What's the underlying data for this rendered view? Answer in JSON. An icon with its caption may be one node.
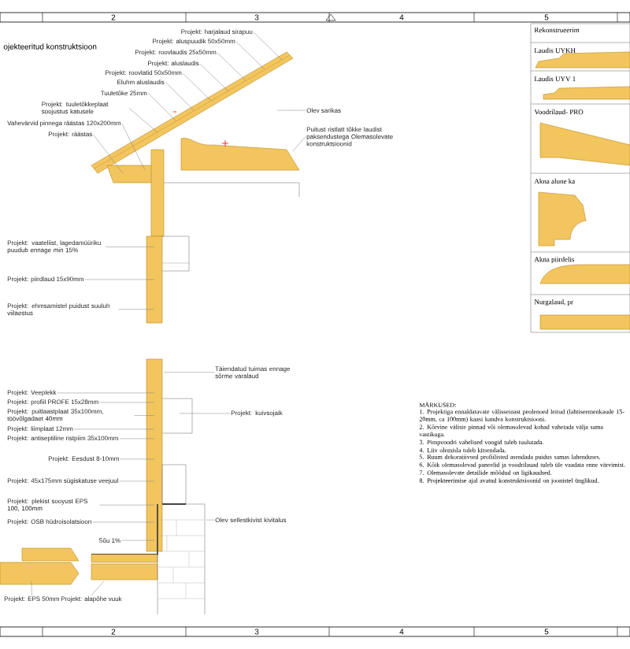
{
  "diagram": {
    "title": "ojekteeritud konstruktsioon",
    "nodes": [
      {
        "text": [
          "Projekt: harjalaud sirapuu"
        ]
      },
      {
        "text": [
          "Projekt: aluspuudik 50x50mm"
        ]
      },
      {
        "text": [
          "Projekt: roovlaudis 25x50mm"
        ]
      },
      {
        "text": [
          "Projekt: aluslaudis"
        ]
      },
      {
        "text": [
          "Projekt: roovlatid 50x50mm"
        ]
      },
      {
        "text": [
          "Eluhm aluslaudis"
        ]
      },
      {
        "text": [
          "Tuuletõke 25mm"
        ]
      },
      {
        "text": [
          "Projekt: tuuletõkkeplaat soojustus katusele"
        ]
      },
      {
        "text": [
          "Vahevärvid pinnega räästas 120x200mm"
        ]
      },
      {
        "text": [
          "Projekt: räästas"
        ]
      },
      {
        "text": [
          "Olev sarikas"
        ]
      },
      {
        "text": [
          "Puitust ristlatt tõkke laudist paksendustega Olemasolevate konstruktsioonid"
        ]
      },
      {
        "text": [
          "Projekt: vaateliist, lagedamüüriku puudub ennage min 15%"
        ]
      },
      {
        "text": [
          "Projekt: piirdlaud 15x90mm"
        ]
      },
      {
        "text": [
          "Projekt: ehmsamistel puidust suuluh viilaestus"
        ]
      },
      {
        "text": [
          "Täiendatud tuimas ennage sõrme varalaud"
        ]
      },
      {
        "text": [
          "Projekt: Veeplekk"
        ]
      },
      {
        "text": [
          "Projekt: profiil PROFE 15x28mm"
        ]
      },
      {
        "text": [
          "Projekt: puitlaastplaat 35x100mm, töövõlgadaet 40mm"
        ]
      },
      {
        "text": [
          "Projekt: liimplaat 12mm"
        ]
      },
      {
        "text": [
          "Projekt: antiseptiline ristpiim 35x100mm"
        ]
      },
      {
        "text": [
          "Projekt: kuivsojaik"
        ]
      },
      {
        "text": [
          "Projekt: Eesdust 8-10mm"
        ]
      },
      {
        "text": [
          "Projekt: 45x175mm sügiskatuse veejuul"
        ]
      },
      {
        "text": [
          "Olev sellestkivist kivitalus"
        ]
      },
      {
        "text": [
          "Projekt: plekist sooyust EPS 100, 100mm"
        ]
      },
      {
        "text": [
          "Projekt: OSB hüdroisolatsioon"
        ]
      },
      {
        "text": [
          "Sõu 1%"
        ]
      },
      {
        "text": [
          "Projekt: EPS 50mm"
        ]
      },
      {
        "text": [
          "Projekt: alapõhe vuuk"
        ]
      }
    ],
    "edges": [
      {
        "from": 0,
        "to": null,
        "arrow": "none"
      },
      {
        "from": 1,
        "to": null,
        "arrow": "none"
      },
      {
        "from": 2,
        "to": null,
        "arrow": "none"
      },
      {
        "from": 3,
        "to": null,
        "arrow": "none"
      },
      {
        "from": 4,
        "to": null,
        "arrow": "none"
      },
      {
        "from": 5,
        "to": null,
        "arrow": "none"
      },
      {
        "from": 6,
        "to": null,
        "arrow": "none"
      },
      {
        "from": 7,
        "to": null,
        "arrow": "none"
      },
      {
        "from": 8,
        "to": null,
        "arrow": "none"
      },
      {
        "from": 9,
        "to": null,
        "arrow": "none"
      },
      {
        "from": 10,
        "to": null,
        "arrow": "none"
      },
      {
        "from": 11,
        "to": null,
        "arrow": "none"
      },
      {
        "from": 12,
        "to": null,
        "arrow": "none"
      },
      {
        "from": 13,
        "to": null,
        "arrow": "none"
      },
      {
        "from": 14,
        "to": null,
        "arrow": "none"
      },
      {
        "from": 15,
        "to": null,
        "arrow": "none"
      },
      {
        "from": 16,
        "to": null,
        "arrow": "none"
      },
      {
        "from": 17,
        "to": null,
        "arrow": "none"
      },
      {
        "from": 18,
        "to": null,
        "arrow": "none"
      },
      {
        "from": 19,
        "to": null,
        "arrow": "none"
      },
      {
        "from": 20,
        "to": null,
        "arrow": "none"
      },
      {
        "from": 21,
        "to": null,
        "arrow": "none"
      },
      {
        "from": 22,
        "to": null,
        "arrow": "none"
      },
      {
        "from": 23,
        "to": null,
        "arrow": "none"
      },
      {
        "from": 24,
        "to": null,
        "arrow": "none"
      },
      {
        "from": 25,
        "to": null,
        "arrow": "none"
      },
      {
        "from": 26,
        "to": null,
        "arrow": "none"
      },
      {
        "from": 27,
        "to": null,
        "arrow": "none"
      },
      {
        "from": 28,
        "to": null,
        "arrow": "none"
      },
      {
        "from": 29,
        "to": null,
        "arrow": "none"
      }
    ],
    "labels": [
      "2",
      "3",
      "4",
      "5",
      "2",
      "3",
      "4",
      "5",
      "Rekonstrueerim",
      "Laudis UYKH",
      "Laudis UYV 1",
      "Voodrilaud- PRO",
      "Akna alune ka",
      "Akna piirdelis",
      "Nurgalaud, pr",
      "MÄRKUSED:",
      "1. Projektiga ennaldatavate välisseinast peolenoed leitud (lahtiseemenkaude 15-20mm, ca 100mm) kaasi kandva konstruktsiooni.",
      "2. Kõrvine väliste pinnad või olemasolevad kohad vahetada välja sama vastikuga.",
      "3. Pimpvoodri vahelised voogid tuleb tuulutada.",
      "4. Liiv olemisla tuleb kitsendada.",
      "5. Ruum dekoratiivsed profiilisted asendada puidus samas lahenduses.",
      "6. Kõik olemasolevad paneelid ja voodrilauad tuleb üle vaadata enne värvimist.",
      "7. Olemasolevate detailide mõõdud on ligikaudsed.",
      "8. Projekteerimise ajal avatud konstruktsioonid on joonistel ünglikud."
    ]
  }
}
